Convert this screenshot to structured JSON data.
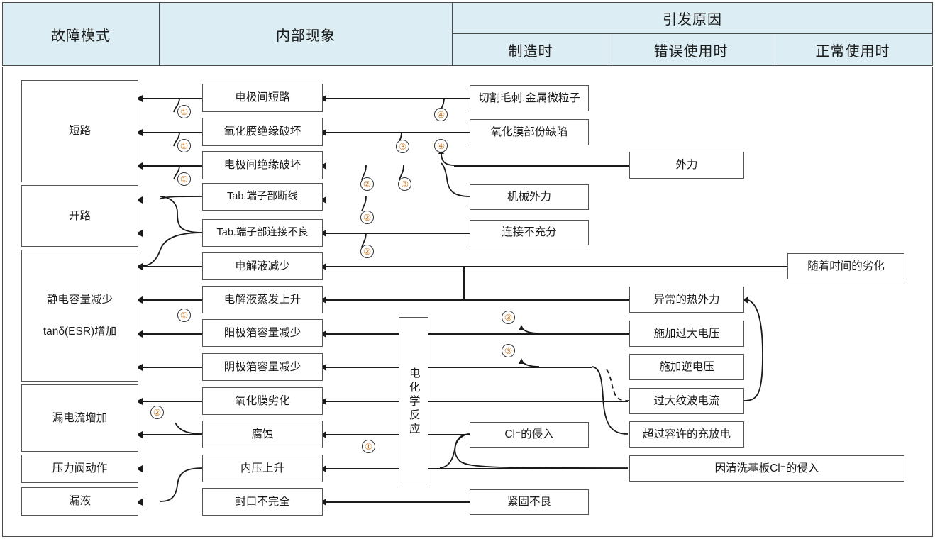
{
  "header": {
    "columns": [
      {
        "id": "failure-mode",
        "label": "故障模式"
      },
      {
        "id": "internal-phenomenon",
        "label": "内部现象"
      },
      {
        "id": "trigger-cause",
        "label": "引发原因"
      }
    ],
    "sub_columns": [
      {
        "id": "at-manufacturing",
        "label": "制造时"
      },
      {
        "id": "at-misuse",
        "label": "错误使用时"
      },
      {
        "id": "at-normal-use",
        "label": "正常使用时"
      }
    ]
  },
  "failure_modes": [
    {
      "id": "short-circuit",
      "label": "短路"
    },
    {
      "id": "open-circuit",
      "label": "开路"
    },
    {
      "id": "capacitance-decrease",
      "label": "静电容量减少",
      "label2": "tanδ(ESR)增加"
    },
    {
      "id": "leakage-current-increase",
      "label": "漏电流增加"
    },
    {
      "id": "pressure-valve-operation",
      "label": "压力阀动作"
    },
    {
      "id": "liquid-leak",
      "label": "漏液"
    }
  ],
  "internal_phenomena": [
    {
      "id": "inter-electrode-short",
      "label": "电极间短路"
    },
    {
      "id": "oxide-film-insulation-breakdown",
      "label": "氧化膜绝缘破坏"
    },
    {
      "id": "inter-electrode-insulation-breakdown",
      "label": "电极间绝缘破坏"
    },
    {
      "id": "tab-terminal-wire-break",
      "label": "Tab.端子部断线"
    },
    {
      "id": "tab-terminal-poor-connection",
      "label": "Tab.端子部连接不良"
    },
    {
      "id": "electrolyte-decrease",
      "label": "电解液减少"
    },
    {
      "id": "electrolyte-evaporation-rise",
      "label": "电解液蒸发上升"
    },
    {
      "id": "anode-foil-capacitance-decrease",
      "label": "阳极箔容量减少"
    },
    {
      "id": "cathode-foil-capacitance-decrease",
      "label": "阴极箔容量减少"
    },
    {
      "id": "oxide-film-degradation",
      "label": "氧化膜劣化"
    },
    {
      "id": "corrosion",
      "label": "腐蚀"
    },
    {
      "id": "internal-pressure-rise",
      "label": "内压上升"
    },
    {
      "id": "incomplete-sealing",
      "label": "封口不完全"
    }
  ],
  "electrochemical_reaction": {
    "id": "electrochemical-reaction",
    "label": "电化学反应"
  },
  "causes_manufacturing": [
    {
      "id": "cutting-burr-metal-particles",
      "label": "切割毛刺.金属微粒子"
    },
    {
      "id": "oxide-film-partial-defect",
      "label": "氧化膜部份缺陷"
    },
    {
      "id": "mechanical-external-force",
      "label": "机械外力"
    },
    {
      "id": "insufficient-connection",
      "label": "连接不充分"
    },
    {
      "id": "cl-ion-intrusion",
      "label": "Cl⁻的侵入"
    },
    {
      "id": "poor-tightening",
      "label": "紧固不良"
    }
  ],
  "causes_misuse": [
    {
      "id": "external-force",
      "label": "外力"
    },
    {
      "id": "abnormal-thermal-external-force",
      "label": "异常的热外力"
    },
    {
      "id": "excessive-voltage-applied",
      "label": "施加过大电压"
    },
    {
      "id": "reverse-voltage-applied",
      "label": "施加逆电压"
    },
    {
      "id": "excessive-ripple-current",
      "label": "过大纹波电流"
    },
    {
      "id": "over-allowed-charge-discharge",
      "label": "超过容许的充放电"
    },
    {
      "id": "cl-intrusion-from-board-cleaning",
      "label": "因清洗基板Cl⁻的侵入"
    }
  ],
  "causes_normal_use": [
    {
      "id": "degradation-over-time",
      "label": "随着时间的劣化"
    }
  ],
  "markers": [
    {
      "id": "marker-1-a",
      "label": "①"
    },
    {
      "id": "marker-1-b",
      "label": "①"
    },
    {
      "id": "marker-1-c",
      "label": "①"
    },
    {
      "id": "marker-1-d",
      "label": "①"
    },
    {
      "id": "marker-1-e",
      "label": "①"
    },
    {
      "id": "marker-2-a",
      "label": "②"
    },
    {
      "id": "marker-2-b",
      "label": "②"
    },
    {
      "id": "marker-2-c",
      "label": "②"
    },
    {
      "id": "marker-2-d",
      "label": "②"
    },
    {
      "id": "marker-3-a",
      "label": "③"
    },
    {
      "id": "marker-3-b",
      "label": "③"
    },
    {
      "id": "marker-3-c",
      "label": "③"
    },
    {
      "id": "marker-3-d",
      "label": "③"
    },
    {
      "id": "marker-4-a",
      "label": "④"
    },
    {
      "id": "marker-4-b",
      "label": "④"
    }
  ],
  "colors": {
    "header_fill": "#dcedf4",
    "border": "#4a4a4a",
    "node_border": "#555555",
    "line": "#1a1a1a",
    "marker_text": "#c8741f"
  }
}
